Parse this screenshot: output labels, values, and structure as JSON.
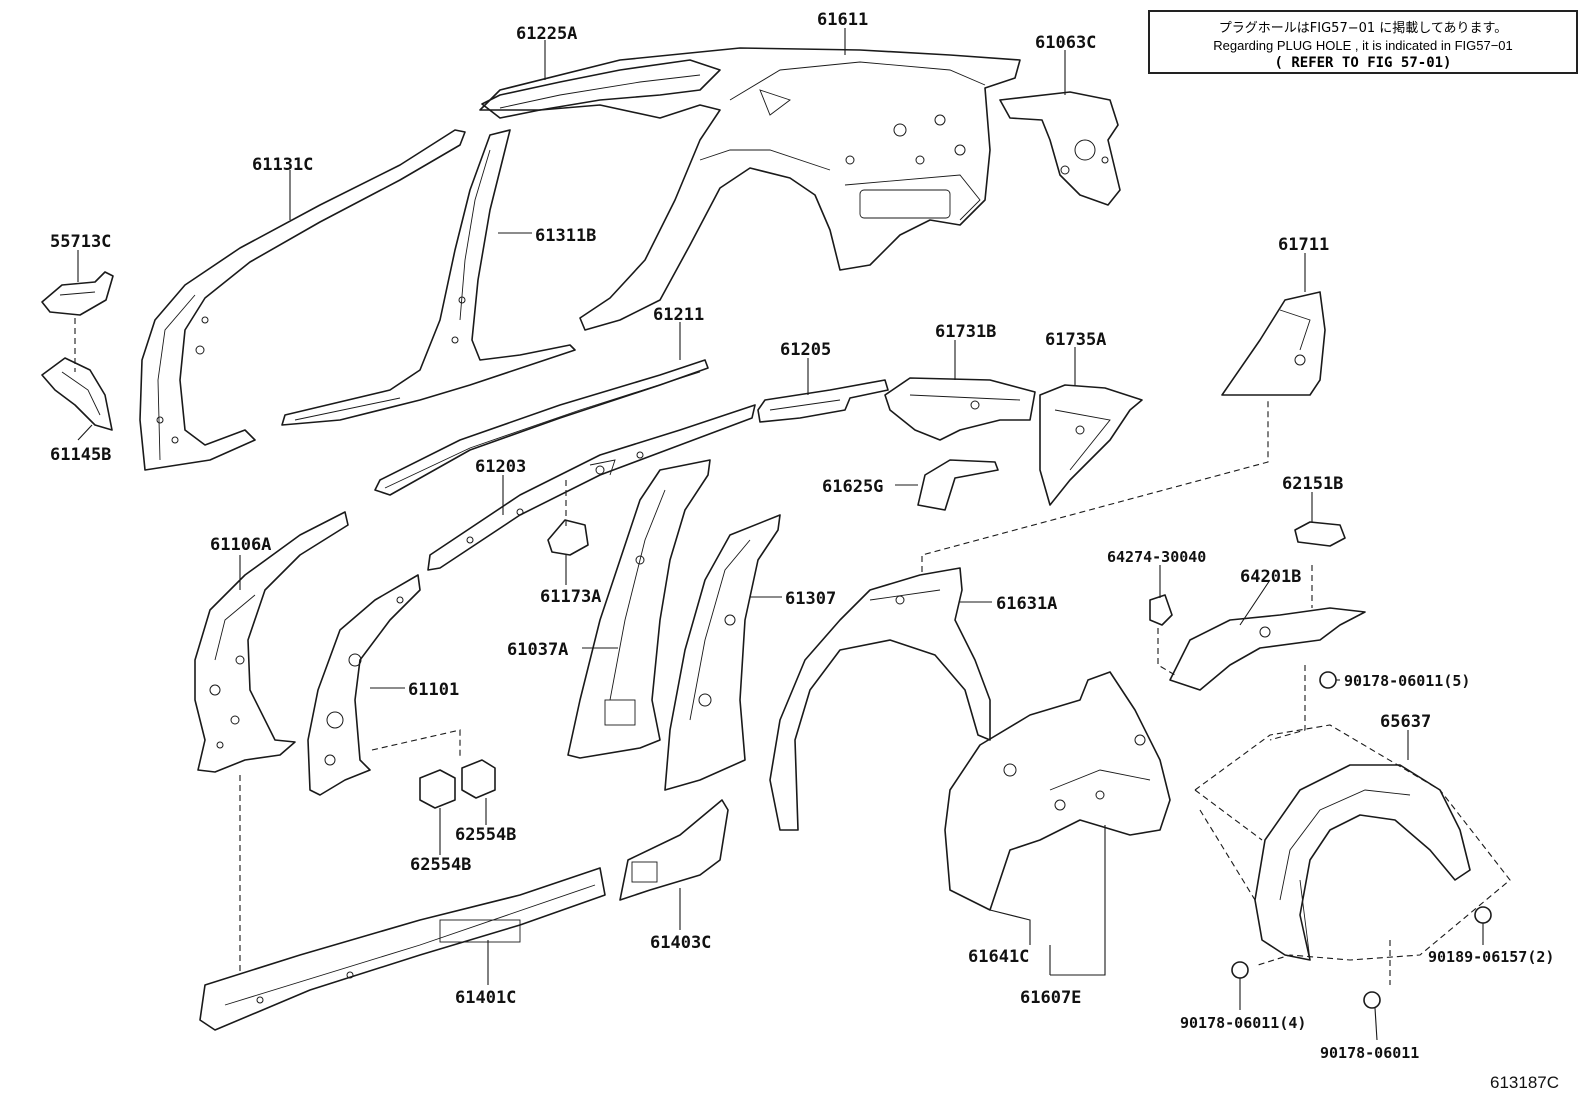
{
  "notice": {
    "line_jp": "プラグホールはFIG57−01 に掲載してあります。",
    "line_en": "Regarding PLUG HOLE , it is indicated in FIG57−01",
    "line_ref": "( REFER TO FIG 57-01)"
  },
  "figure_id": "613187C",
  "parts": [
    "61225A",
    "61611",
    "61063C",
    "61131C",
    "61311B",
    "55713C",
    "61145B",
    "61211",
    "61205",
    "61731B",
    "61735A",
    "61711",
    "61625G",
    "61203",
    "62151B",
    "61106A",
    "61173A",
    "64274-30040",
    "64201B",
    "61307",
    "61631A",
    "61037A",
    "61101",
    "90178-06011(5)",
    "65637",
    "62554B",
    "62554B",
    "61641C",
    "61607E",
    "90189-06157(2)",
    "61403C",
    "61401C",
    "90178-06011(4)",
    "90178-06011"
  ]
}
